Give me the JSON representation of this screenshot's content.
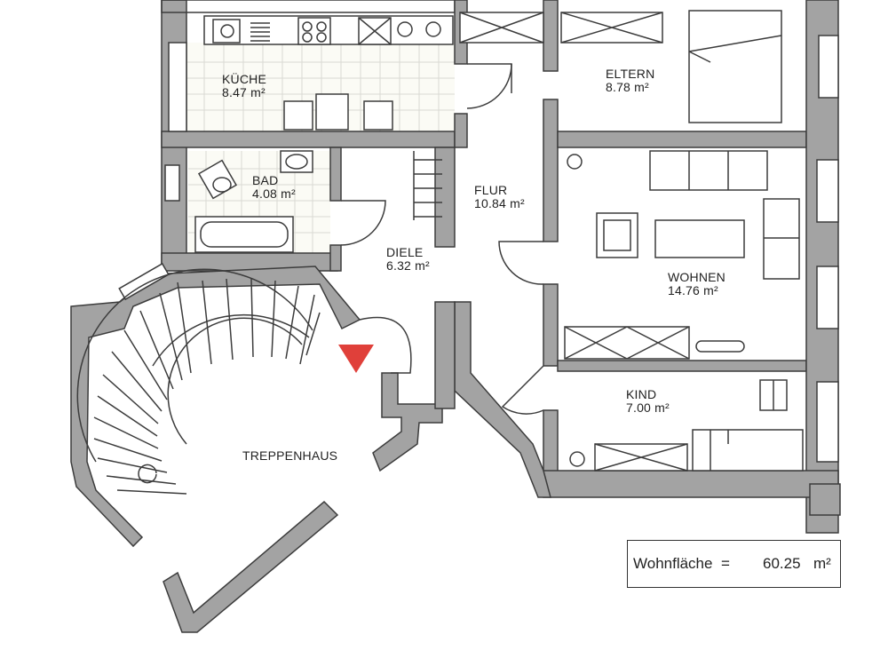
{
  "rooms": {
    "kueche": {
      "name": "KÜCHE",
      "area": "8.47 m²"
    },
    "bad": {
      "name": "BAD",
      "area": "4.08 m²"
    },
    "flur": {
      "name": "FLUR",
      "area": "10.84 m²"
    },
    "diele": {
      "name": "DIELE",
      "area": "6.32 m²"
    },
    "eltern": {
      "name": "ELTERN",
      "area": "8.78 m²"
    },
    "wohnen": {
      "name": "WOHNEN",
      "area": "14.76 m²"
    },
    "kind": {
      "name": "KIND",
      "area": "7.00 m²"
    },
    "treppenhaus": {
      "name": "TREPPENHAUS"
    }
  },
  "summary": {
    "label": "Wohnfläche",
    "equals": "=",
    "value": "60.25",
    "unit": "m²"
  },
  "colors": {
    "wall": "#a3a3a3",
    "marker": "#e0403a"
  },
  "icons": {
    "entrance_marker": "red-triangle-down"
  }
}
